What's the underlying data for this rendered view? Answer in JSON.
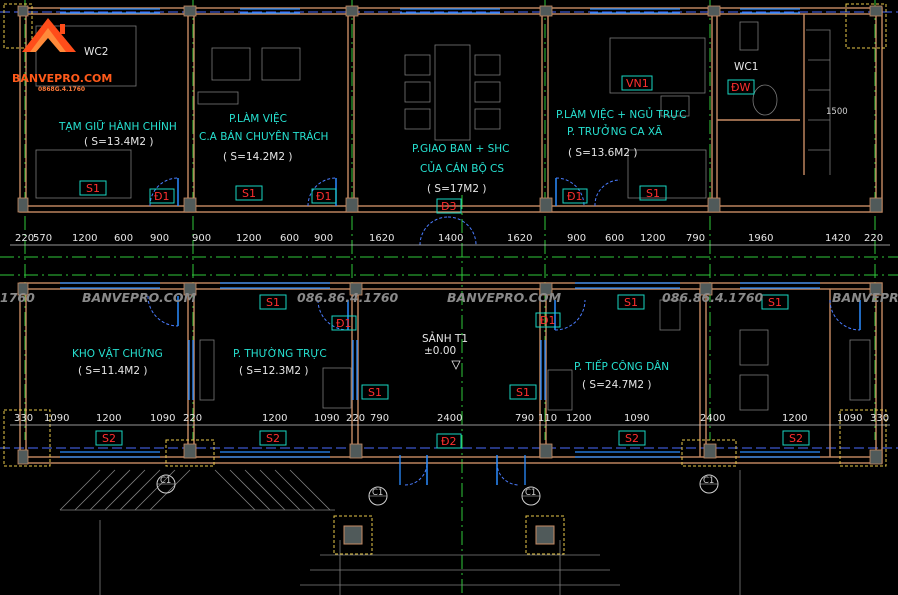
{
  "logo": {
    "name": "BANVEPRO.COM",
    "phone": "0868G.4.1760"
  },
  "watermarks": [
    {
      "id": "wm1",
      "text": "1760"
    },
    {
      "id": "wm2",
      "text": "BANVEPRO.COM"
    },
    {
      "id": "wm3",
      "text": "086.86.4.1760"
    },
    {
      "id": "wm4",
      "text": "BANVEPRO.COM"
    },
    {
      "id": "wm5",
      "text": "086.86.4.1760"
    },
    {
      "id": "wm6",
      "text": "BANVEPRO.COM"
    }
  ],
  "rooms": {
    "wc2": "WC2",
    "holding": {
      "name": "TẠM GIỮ HÀNH CHÍNH",
      "area": "( S=13.4M2 )"
    },
    "office_staff": {
      "name1": "P.LÀM VIỆC",
      "name2": "C.A BÁN CHUYÊN TRÁCH",
      "area": "( S=14.2M2 )"
    },
    "briefing": {
      "name1": "P.GIAO BAN + SHC",
      "name2": "CỦA CÁN BỘ CS",
      "area": "( S=17M2 )"
    },
    "chief": {
      "name1": "P.LÀM VIỆC + NGỦ TRỰC",
      "name2": "P. TRƯỞNG CA XÃ",
      "area": "( S=13.6M2 )"
    },
    "wc1": "WC1",
    "evidence": {
      "name": "KHO VẬT CHỨNG",
      "area": "( S=11.4M2 )"
    },
    "duty": {
      "name": "P. THƯỜNG TRỰC",
      "area": "( S=12.3M2 )"
    },
    "lobby": {
      "name": "SẢNH T1",
      "level": "±0.00"
    },
    "reception": {
      "name": "P. TIẾP CÔNG DÂN",
      "area": "( S=24.7M2 )"
    }
  },
  "stair_label": "1500",
  "dimensions_top": [
    "220",
    "570",
    "1200",
    "600",
    "900",
    "900",
    "1200",
    "600",
    "900",
    "1620",
    "1400",
    "1620",
    "900",
    "600",
    "1200",
    "790",
    "1960",
    "1420",
    "220"
  ],
  "dimensions_bottom": [
    "330",
    "1090",
    "1200",
    "1090",
    "220",
    "1200",
    "1090",
    "220",
    "790",
    "2400",
    "790",
    "110",
    "1200",
    "1090",
    "2400",
    "1200",
    "1090",
    "330"
  ],
  "tags": [
    {
      "id": "t-s1-a",
      "text": "S1"
    },
    {
      "id": "t-d1-a",
      "text": "Đ1"
    },
    {
      "id": "t-s1-b",
      "text": "S1"
    },
    {
      "id": "t-d1-b",
      "text": "Đ1"
    },
    {
      "id": "t-d3",
      "text": "Đ3"
    },
    {
      "id": "t-d1-c",
      "text": "Đ1"
    },
    {
      "id": "t-s1-c",
      "text": "S1"
    },
    {
      "id": "t-vn1",
      "text": "VN1"
    },
    {
      "id": "t-dw",
      "text": "ĐW"
    },
    {
      "id": "t-s1-d",
      "text": "S1"
    },
    {
      "id": "t-s1-e",
      "text": "S1"
    },
    {
      "id": "t-s1-f",
      "text": "S1"
    },
    {
      "id": "t-d1-d",
      "text": "Đ1"
    },
    {
      "id": "t-d1-e",
      "text": "Đ1"
    },
    {
      "id": "t-s1-g",
      "text": "S1"
    },
    {
      "id": "t-s1-h",
      "text": "S1"
    },
    {
      "id": "t-s2-a",
      "text": "S2"
    },
    {
      "id": "t-s2-b",
      "text": "S2"
    },
    {
      "id": "t-d2",
      "text": "Đ2"
    },
    {
      "id": "t-s2-c",
      "text": "S2"
    },
    {
      "id": "t-s2-d",
      "text": "S2"
    }
  ],
  "column_labels": [
    {
      "id": "c1",
      "text": "C1"
    },
    {
      "id": "c2",
      "text": "C1"
    },
    {
      "id": "c3",
      "text": "C1"
    },
    {
      "id": "c4",
      "text": "C1"
    }
  ],
  "colors": {
    "background": "#000000",
    "wall": "#c88c64",
    "axis": "#33cc33",
    "dimension": "#e6e6e6",
    "tag_text": "#ff2f2f",
    "tag_box": "#19d6c2",
    "window": "#2a8cff",
    "door_swing": "#4a7cff",
    "column_highlight": "#e8c84a"
  }
}
